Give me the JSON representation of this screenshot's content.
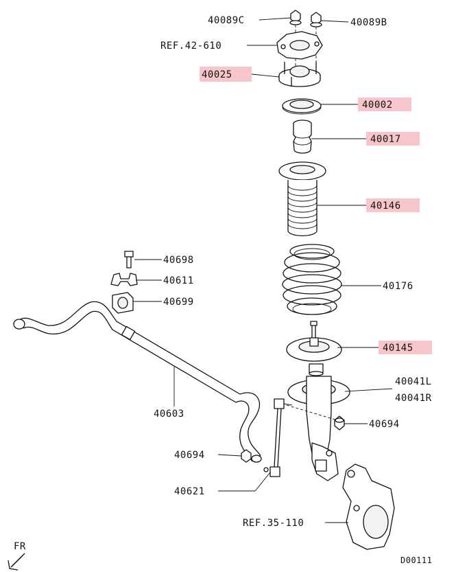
{
  "callouts": [
    {
      "id": "40089c",
      "text": "40089C",
      "highlight": false
    },
    {
      "id": "40089b",
      "text": "40089B",
      "highlight": false
    },
    {
      "id": "ref-42-610",
      "text": "REF.42-610",
      "highlight": false
    },
    {
      "id": "40025",
      "text": "40025",
      "highlight": true
    },
    {
      "id": "40002",
      "text": "40002",
      "highlight": true
    },
    {
      "id": "40017",
      "text": "40017",
      "highlight": true
    },
    {
      "id": "40146",
      "text": "40146",
      "highlight": true
    },
    {
      "id": "40698",
      "text": "40698",
      "highlight": false
    },
    {
      "id": "40611",
      "text": "40611",
      "highlight": false
    },
    {
      "id": "40699",
      "text": "40699",
      "highlight": false
    },
    {
      "id": "40176",
      "text": "40176",
      "highlight": false
    },
    {
      "id": "40145",
      "text": "40145",
      "highlight": true
    },
    {
      "id": "40041l",
      "text": "40041L",
      "highlight": false
    },
    {
      "id": "40041r",
      "text": "40041R",
      "highlight": false
    },
    {
      "id": "40603",
      "text": "40603",
      "highlight": false
    },
    {
      "id": "40694-a",
      "text": "40694",
      "highlight": false
    },
    {
      "id": "40694-b",
      "text": "40694",
      "highlight": false
    },
    {
      "id": "40621",
      "text": "40621",
      "highlight": false
    },
    {
      "id": "ref-35-110",
      "text": "REF.35-110",
      "highlight": false
    }
  ],
  "direction_label": "FR",
  "diagram_code": "D00111",
  "colors": {
    "highlight": "#f6c6cc",
    "line": "#111111",
    "background": "#ffffff"
  }
}
